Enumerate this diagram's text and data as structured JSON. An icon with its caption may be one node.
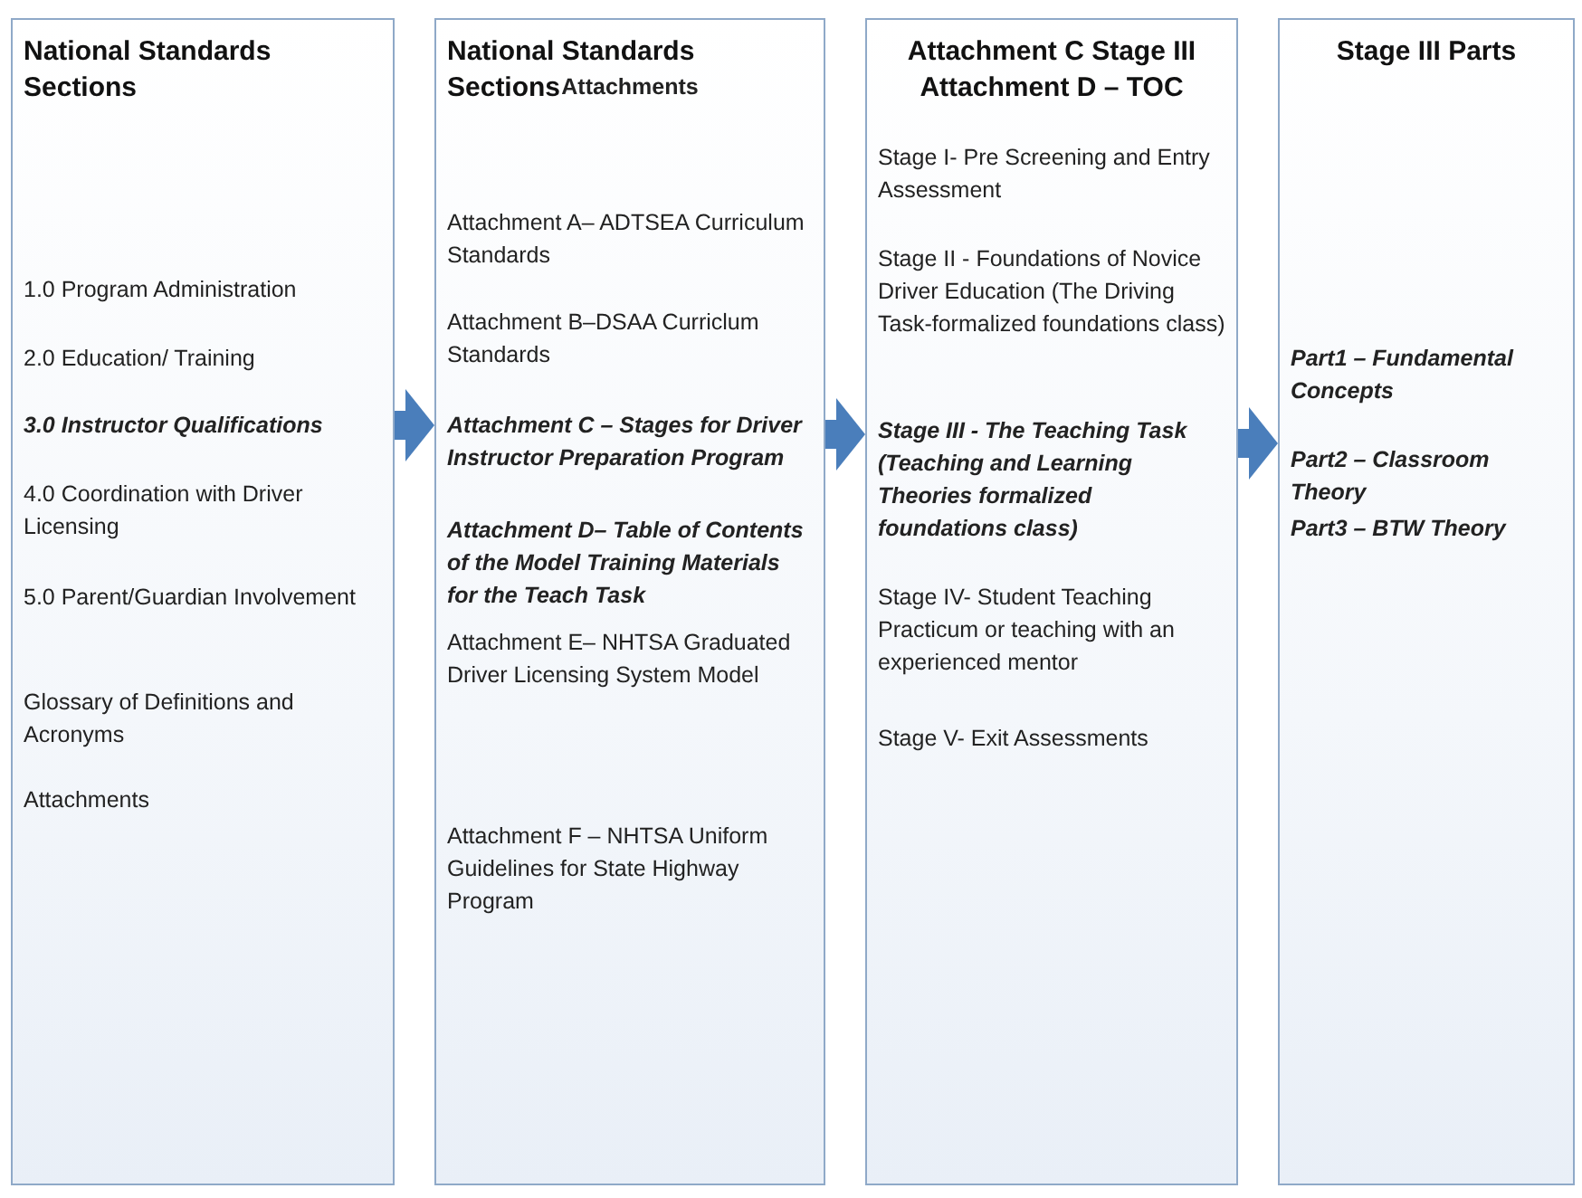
{
  "diagram": {
    "nodes": [
      {
        "text": [
          "National Standards Sections",
          "1.0 Program Administration",
          "2.0 Education/ Training",
          "3.0 Instructor Qualifications",
          "4.0 Coordination with Driver Licensing",
          "5.0 Parent/Guardian Involvement",
          "Glossary of Definitions and Acronyms",
          "Attachments"
        ]
      },
      {
        "text": [
          "National Standards Sections",
          "Attachments",
          "Attachment A– ADTSEA Curriculum Standards",
          "Attachment B–DSAA Curriclum Standards",
          "Attachment C – Stages for Driver Instructor Preparation Program",
          "Attachment D– Table of Contents of the Model Training Materials for the Teach Task",
          "Attachment E– NHTSA Graduated Driver Licensing System Model",
          "Attachment F – NHTSA Uniform Guidelines for State Highway Program"
        ]
      },
      {
        "text": [
          "Attachment C Stage III Attachment D – TOC",
          "Stage I- Pre Screening and Entry Assessment",
          "Stage II - Foundations of Novice Driver Education (The Driving Task-formalized foundations class)",
          "Stage III - The Teaching Task (Teaching and Learning Theories formalized foundations class)",
          "Stage IV- Student Teaching Practicum or teaching with an experienced mentor",
          "Stage V- Exit Assessments"
        ]
      },
      {
        "text": [
          "Stage III Parts",
          "Part1 – Fundamental Concepts",
          "Part2 – Classroom Theory",
          "Part3 – BTW Theory"
        ]
      }
    ],
    "edges": [
      {
        "from": 0,
        "to": 1,
        "arrow": "to"
      },
      {
        "from": 1,
        "to": 2,
        "arrow": "to"
      },
      {
        "from": 2,
        "to": 3,
        "arrow": "to"
      }
    ]
  }
}
